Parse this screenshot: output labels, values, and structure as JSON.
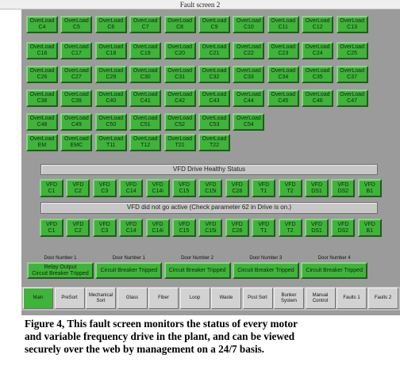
{
  "window": {
    "title": "Fault screen 2"
  },
  "overload_rows": [
    [
      [
        "OverLoad",
        "C4"
      ],
      [
        "OverLoad",
        "C5"
      ],
      [
        "OverLoad",
        "C6"
      ],
      [
        "OverLoad",
        "C7"
      ],
      [
        "OverLoad",
        "C8"
      ],
      [
        "OverLoad",
        "C9"
      ],
      [
        "OverLoad",
        "C10"
      ],
      [
        "OverLoad",
        "C11"
      ],
      [
        "OverLoad",
        "C12"
      ],
      [
        "OverLoad",
        "C13"
      ]
    ],
    [
      [
        "OverLoad",
        "C16"
      ],
      [
        "OverLoad",
        "C17"
      ],
      [
        "OverLoad",
        "C18"
      ],
      [
        "OverLoad",
        "C19"
      ],
      [
        "OverLoad",
        "C20"
      ],
      [
        "OverLoad",
        "C21"
      ],
      [
        "OverLoad",
        "C22"
      ],
      [
        "OverLoad",
        "C23"
      ],
      [
        "OverLoad",
        "C24"
      ],
      [
        "OverLoad",
        "C25"
      ]
    ],
    [
      [
        "OverLoad",
        "C26"
      ],
      [
        "OverLoad",
        "C27"
      ],
      [
        "OverLoad",
        "C29"
      ],
      [
        "OverLoad",
        "C30"
      ],
      [
        "OverLoad",
        "C31"
      ],
      [
        "OverLoad",
        "C32"
      ],
      [
        "OverLoad",
        "C33"
      ],
      [
        "OverLoad",
        "C34"
      ],
      [
        "OverLoad",
        "C35"
      ],
      [
        "OverLoad",
        "C37"
      ]
    ],
    [
      [
        "OverLoad",
        "C38"
      ],
      [
        "OverLoad",
        "C39"
      ],
      [
        "OverLoad",
        "C40"
      ],
      [
        "OverLoad",
        "C41"
      ],
      [
        "OverLoad",
        "C42"
      ],
      [
        "OverLoad",
        "C43"
      ],
      [
        "OverLoad",
        "C44"
      ],
      [
        "OverLoad",
        "C45"
      ],
      [
        "OverLoad",
        "C46"
      ],
      [
        "OverLoad",
        "C47"
      ]
    ],
    [
      [
        "OverLoad",
        "C48"
      ],
      [
        "OverLoad",
        "C49"
      ],
      [
        "OverLoad",
        "C50"
      ],
      [
        "OverLoad",
        "C51"
      ],
      [
        "OverLoad",
        "C52"
      ],
      [
        "OverLoad",
        "C53"
      ],
      [
        "OverLoad",
        "C54"
      ]
    ],
    [
      [
        "OverLoad",
        "EM"
      ],
      [
        "OverLoad",
        "EMC"
      ],
      [
        "OverLoad",
        "T11"
      ],
      [
        "OverLoad",
        "T12"
      ],
      [
        "OverLoad",
        "T21"
      ],
      [
        "OverLoad",
        "T22"
      ]
    ]
  ],
  "vfd_healthy": {
    "label": "VFD Drive Healthy Status",
    "items": [
      [
        "VFD",
        "C1"
      ],
      [
        "VFD",
        "C2"
      ],
      [
        "VFD",
        "C3"
      ],
      [
        "VFD",
        "C14"
      ],
      [
        "VFD",
        "C14i"
      ],
      [
        "VFD",
        "C15"
      ],
      [
        "VFD",
        "C15i"
      ],
      [
        "VFD",
        "C28"
      ],
      [
        "VFD",
        "T1"
      ],
      [
        "VFD",
        "T2"
      ],
      [
        "VFD",
        "DS1"
      ],
      [
        "VFD",
        "DS2"
      ],
      [
        "VFD",
        "B1"
      ]
    ]
  },
  "vfd_active": {
    "label": "VFD did not go active (Check parameter 62 in Drive is on.)",
    "items": [
      [
        "VFD",
        "C1"
      ],
      [
        "VFD",
        "C2"
      ],
      [
        "VFD",
        "C3"
      ],
      [
        "VFD",
        "C14"
      ],
      [
        "VFD",
        "C14i"
      ],
      [
        "VFD",
        "C15"
      ],
      [
        "VFD",
        "C15i"
      ],
      [
        "VFD",
        "C28"
      ],
      [
        "VFD",
        "T1"
      ],
      [
        "VFD",
        "T2"
      ],
      [
        "VFD",
        "DS1"
      ],
      [
        "VFD",
        "DS2"
      ],
      [
        "VFD",
        "B1"
      ]
    ]
  },
  "doors": [
    {
      "label": "Door Number 1",
      "status": [
        "Relay Output",
        "Circuit Breaker Tripped"
      ]
    },
    {
      "label": "Door Number 1",
      "status": [
        "Circuit Breaker Tripped"
      ]
    },
    {
      "label": "Door Number 2",
      "status": [
        "Circuit Breaker Tripped"
      ]
    },
    {
      "label": "Door Number 3",
      "status": [
        "Circuit Breaker Tripped"
      ]
    },
    {
      "label": "Door Number 4",
      "status": [
        "Circuit Breaker Tripped"
      ]
    }
  ],
  "nav": [
    {
      "label": [
        "Main"
      ],
      "active": true
    },
    {
      "label": [
        "PreSort"
      ],
      "active": false
    },
    {
      "label": [
        "Mechanical",
        "Sort"
      ],
      "active": false
    },
    {
      "label": [
        "Glass"
      ],
      "active": false
    },
    {
      "label": [
        "Fiber"
      ],
      "active": false
    },
    {
      "label": [
        "Loop"
      ],
      "active": false
    },
    {
      "label": [
        "Waste"
      ],
      "active": false
    },
    {
      "label": [
        "Post Sort"
      ],
      "active": false
    },
    {
      "label": [
        "Bunker",
        "System"
      ],
      "active": false
    },
    {
      "label": [
        "Manual",
        "Control"
      ],
      "active": false
    },
    {
      "label": [
        "Faults 1"
      ],
      "active": false
    },
    {
      "label": [
        "Faults 2"
      ],
      "active": false
    }
  ],
  "caption": {
    "lines": [
      "Figure 4, This fault screen monitors the status of every motor",
      "and variable frequency drive in the plant, and can be viewed",
      "securely over the web by management on a 24/7 basis."
    ]
  },
  "colors": {
    "ok_green": "#3fb33a",
    "panel_gray": "#9b9b9b",
    "strip_gray": "#c7c7c7"
  }
}
